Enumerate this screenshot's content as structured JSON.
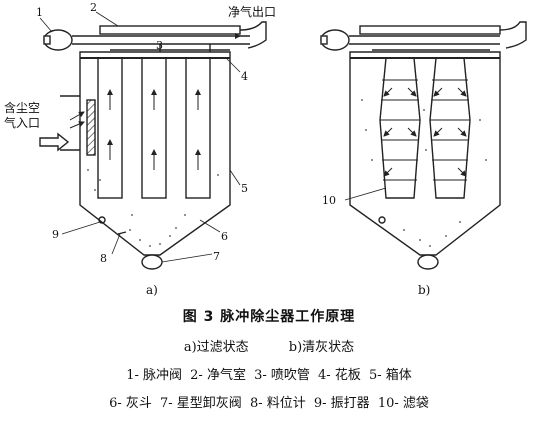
{
  "figure": {
    "title": "图 3  脉冲除尘器工作原理",
    "panel_a_label": "a)",
    "panel_b_label": "b)",
    "clean_gas_outlet": "净气出口",
    "dusty_gas_inlet_line1": "含尘空",
    "dusty_gas_inlet_line2": "气入口",
    "callouts_a": [
      "1",
      "2",
      "3",
      "4",
      "5",
      "6",
      "7",
      "8",
      "9"
    ],
    "callouts_b": [
      "10"
    ]
  },
  "states": [
    {
      "label": "a)过滤状态"
    },
    {
      "label": "b)清灰状态"
    }
  ],
  "legend_row1": [
    {
      "label": "1- 脉冲阀"
    },
    {
      "label": "2- 净气室"
    },
    {
      "label": "3- 喷吹管"
    },
    {
      "label": "4- 花板"
    },
    {
      "label": "5- 箱体"
    }
  ],
  "legend_row2": [
    {
      "label": "6- 灰斗"
    },
    {
      "label": "7- 星型卸灰阀"
    },
    {
      "label": "8- 料位计"
    },
    {
      "label": "9- 振打器"
    },
    {
      "label": "10- 滤袋"
    }
  ]
}
